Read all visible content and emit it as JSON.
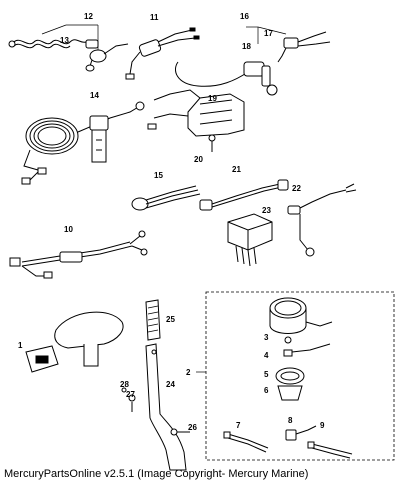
{
  "callouts": [
    "1",
    "2",
    "3",
    "4",
    "5",
    "6",
    "7",
    "8",
    "9",
    "10",
    "11",
    "12",
    "13",
    "14",
    "15",
    "16",
    "17",
    "18",
    "19",
    "20",
    "21",
    "22",
    "23",
    "24",
    "25",
    "26",
    "27",
    "28"
  ],
  "copyright": "MercuryPartsOnline v2.5.1 (Image Copyright- Mercury Marine)"
}
